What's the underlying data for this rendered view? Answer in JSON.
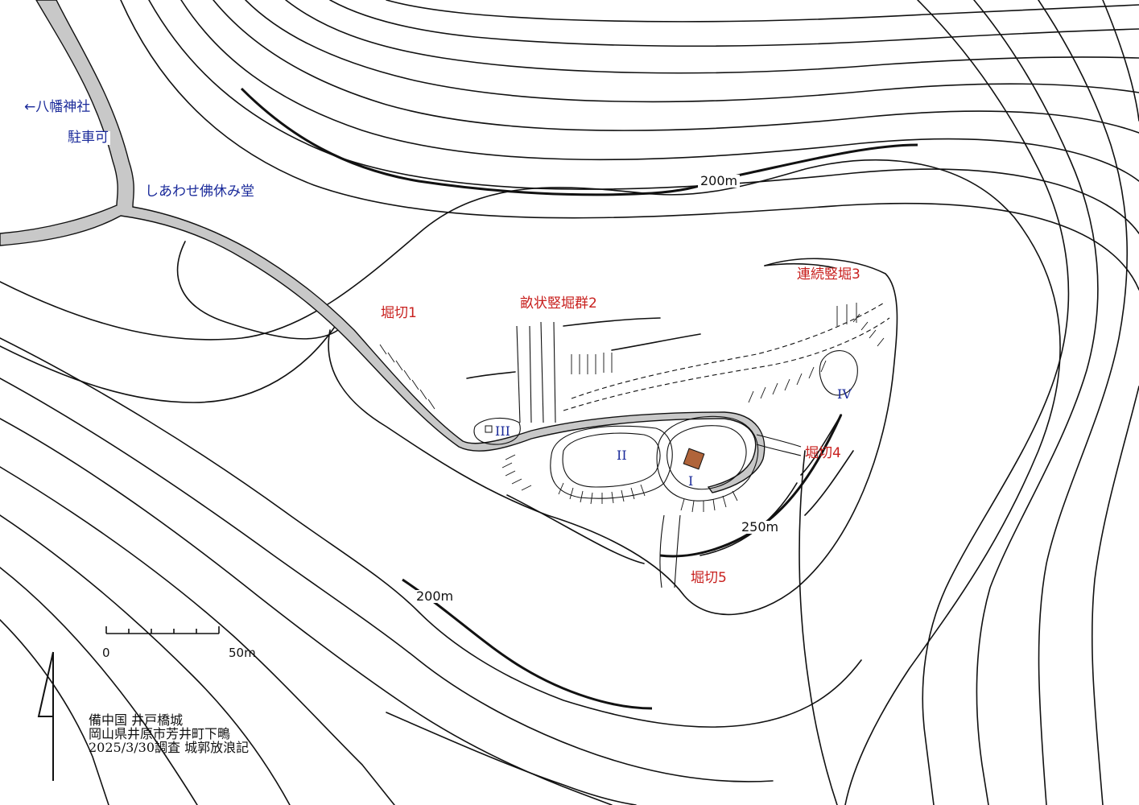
{
  "labels": {
    "to_hachiman": "←八幡神社",
    "parking": "駐車可",
    "shiawase": "しあわせ佛休み堂",
    "horikiri1": "堀切1",
    "uneji": "畝状竪堀群2",
    "renzoku": "連続竪堀3",
    "horikiri4": "堀切4",
    "horikiri5": "堀切5"
  },
  "enclosures": {
    "I": "I",
    "II": "II",
    "III": "III",
    "IV": "IV"
  },
  "elevations": {
    "top_200": "200m",
    "bottom_200": "200m",
    "e250": "250m"
  },
  "scale": {
    "zero": "0",
    "max": "50m"
  },
  "info": {
    "line1": "備中国 井戸橋城",
    "line2": "岡山県井原市芳井町下鴫",
    "line3": "2025/3/30調査 城郭放浪記"
  },
  "colors": {
    "label_blue": "#1a2a9a",
    "label_red": "#c8201e",
    "road_fill": "#c8c8c8",
    "honmaru_building": "#b0643a"
  }
}
